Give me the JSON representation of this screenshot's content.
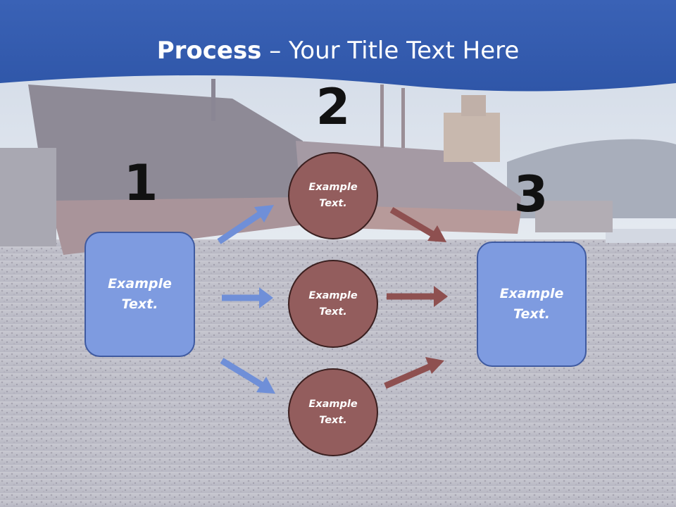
{
  "slide": {
    "title_bold": "Process",
    "title_rest": " – Your Title Text Here",
    "colors": {
      "header": "#3b63b5",
      "box_fill": "#7e9be0",
      "circle_fill": "#935d5d",
      "arrow_blue": "#6f8fd8",
      "arrow_red": "#8e5050"
    }
  },
  "steps": {
    "num1": "1",
    "num2": "2",
    "num3": "3"
  },
  "nodes": {
    "start": "Example\nText.",
    "top": "Example\nText.",
    "middle": "Example\nText.",
    "bottom": "Example\nText.",
    "end": "Example\nText."
  }
}
